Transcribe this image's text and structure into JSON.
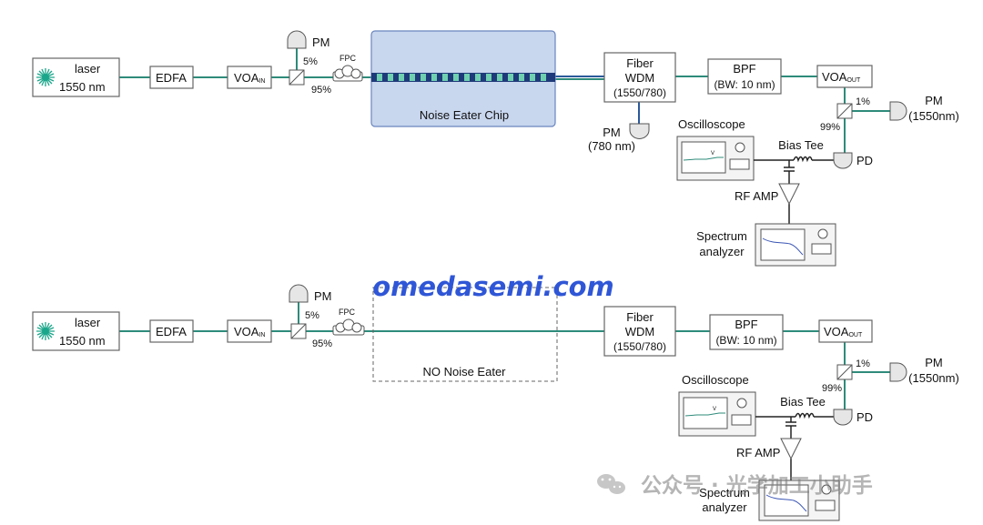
{
  "watermark_site": "omedasemi.com",
  "watermark_wechat": "公众号 · 光学加工小助手",
  "colors": {
    "fiber": "#2e8b7a",
    "chip_fill": "#c8d6ee",
    "chip_stroke": "#6a86bf",
    "watermark_blue": "#2f56d6"
  },
  "setup_top": {
    "laser_label": "laser",
    "laser_wl": "1550 nm",
    "edfa": "EDFA",
    "voa_in": "VOA",
    "voa_in_sub": "IN",
    "pm": "PM",
    "split_5": "5%",
    "split_95": "95%",
    "fpc": "FPC",
    "chip_label": "Noise Eater Chip",
    "wdm_l1": "Fiber",
    "wdm_l2": "WDM",
    "wdm_l3": "(1550/780)",
    "pm780_l1": "PM",
    "pm780_l2": "(780 nm)",
    "bpf_l1": "BPF",
    "bpf_l2": "(BW: 10 nm)",
    "voa_out": "VOA",
    "voa_out_sub": "OUT",
    "split_1": "1%",
    "split_99": "99%",
    "pm1550_l1": "PM",
    "pm1550_l2": "(1550nm)",
    "osc": "Oscilloscope",
    "bias_tee": "Bias Tee",
    "pd": "PD",
    "rf_amp": "RF AMP",
    "sa_l1": "Spectrum",
    "sa_l2": "analyzer",
    "osc_screen": "V"
  },
  "setup_bottom": {
    "laser_label": "laser",
    "laser_wl": "1550 nm",
    "edfa": "EDFA",
    "voa_in": "VOA",
    "voa_in_sub": "IN",
    "pm": "PM",
    "split_5": "5%",
    "split_95": "95%",
    "fpc": "FPC",
    "chip_label": "NO Noise Eater",
    "wdm_l1": "Fiber",
    "wdm_l2": "WDM",
    "wdm_l3": "(1550/780)",
    "bpf_l1": "BPF",
    "bpf_l2": "(BW: 10 nm)",
    "voa_out": "VOA",
    "voa_out_sub": "OUT",
    "split_1": "1%",
    "split_99": "99%",
    "pm1550_l1": "PM",
    "pm1550_l2": "(1550nm)",
    "osc": "Oscilloscope",
    "bias_tee": "Bias Tee",
    "pd": "PD",
    "rf_amp": "RF AMP",
    "sa_l1": "Spectrum",
    "sa_l2": "analyzer",
    "osc_screen": "V"
  }
}
